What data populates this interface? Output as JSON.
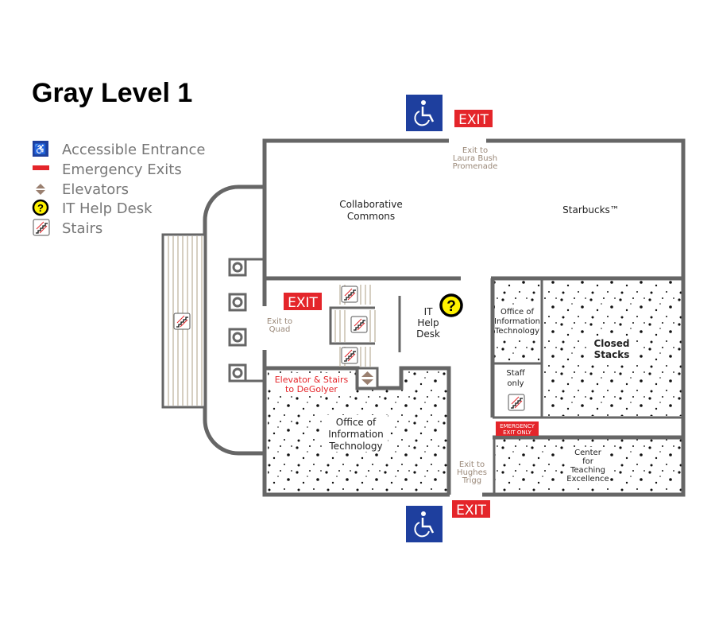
{
  "title": "Gray Level 1",
  "legend": [
    {
      "icon": "accessible-icon",
      "label": "Accessible Entrance"
    },
    {
      "icon": "emergency-exit-icon",
      "label": "Emergency Exits"
    },
    {
      "icon": "elevator-icon",
      "label": "Elevators"
    },
    {
      "icon": "help-desk-icon",
      "label": "IT Help Desk"
    },
    {
      "icon": "stairs-icon",
      "label": "Stairs"
    }
  ],
  "rooms": {
    "collab": [
      "Collaborative",
      "Commons"
    ],
    "starbucks": "Starbucks™",
    "it_help": [
      "IT",
      "Help",
      "Desk"
    ],
    "oit_small": [
      "Office of",
      "Information",
      "Technology"
    ],
    "closed": [
      "Closed",
      "Stacks"
    ],
    "staff": [
      "Staff",
      "only"
    ],
    "oit_big": [
      "Office of",
      "Information",
      "Technology"
    ],
    "center": [
      "Center",
      "for",
      "Teaching",
      "Excellence"
    ]
  },
  "exits": {
    "exit_label": "EXIT",
    "laura": [
      "Exit to",
      "Laura Bush",
      "Promenade"
    ],
    "quad": [
      "Exit to",
      "Quad"
    ],
    "hughes": [
      "Exit to",
      "Hughes",
      "Trigg"
    ],
    "emergency": [
      "EMERGENCY",
      "EXIT ONLY"
    ],
    "degolyer": [
      "Elevator & Stairs",
      "to DeGolyer"
    ]
  },
  "colors": {
    "wall": "#666666",
    "exit_red": "#e4252a",
    "accessible_blue": "#1e3f9e",
    "help_yellow": "#fff200"
  }
}
